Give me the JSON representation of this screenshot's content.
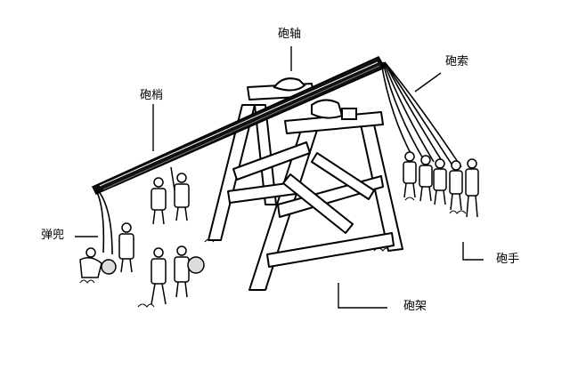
{
  "labels": {
    "axle": "砲轴",
    "rope": "砲索",
    "arm": "砲梢",
    "sling": "弹兜",
    "crew": "砲手",
    "frame": "砲架"
  },
  "colors": {
    "ink": "#000000",
    "paper": "#ffffff",
    "shade": "#555555"
  }
}
